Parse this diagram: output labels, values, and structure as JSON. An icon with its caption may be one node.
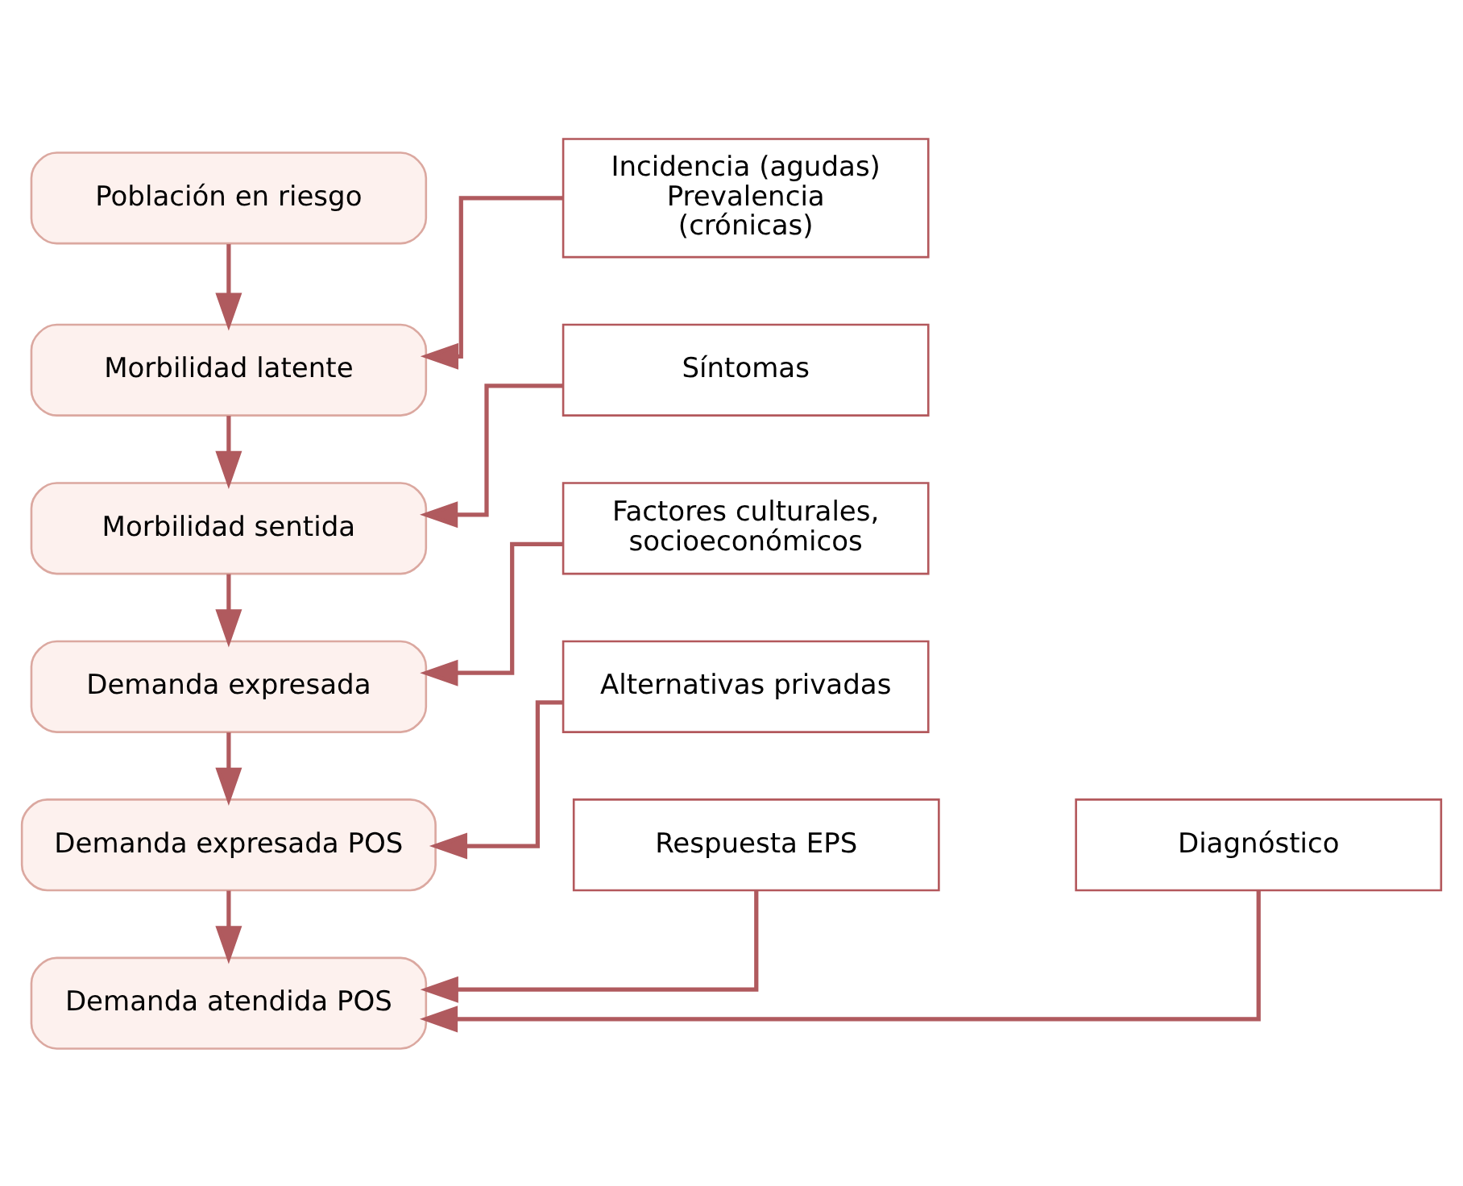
{
  "diagram": {
    "nodes": [
      {
        "text": [
          "Población en riesgo"
        ]
      },
      {
        "text": [
          "Incidencia (agudas) Prevalencia (crónicas)"
        ]
      },
      {
        "text": [
          "Morbilidad latente"
        ]
      },
      {
        "text": [
          "Síntomas"
        ]
      },
      {
        "text": [
          "Morbilidad sentida"
        ]
      },
      {
        "text": [
          "Factores culturales, socioeconómicos"
        ]
      },
      {
        "text": [
          "Demanda expresada"
        ]
      },
      {
        "text": [
          "Alternativas privadas"
        ]
      },
      {
        "text": [
          "Demanda expresada POS"
        ]
      },
      {
        "text": [
          "Respuesta EPS"
        ]
      },
      {
        "text": [
          "Diagnóstico"
        ]
      },
      {
        "text": [
          "Demanda atendida POS"
        ]
      }
    ],
    "edges": [
      {
        "from": 0,
        "to": 2,
        "arrow": "to"
      },
      {
        "from": 1,
        "to": 2,
        "arrow": "to"
      },
      {
        "from": 2,
        "to": 4,
        "arrow": "to"
      },
      {
        "from": 3,
        "to": 4,
        "arrow": "to"
      },
      {
        "from": 4,
        "to": 6,
        "arrow": "to"
      },
      {
        "from": 5,
        "to": 6,
        "arrow": "to"
      },
      {
        "from": 6,
        "to": 8,
        "arrow": "to"
      },
      {
        "from": 7,
        "to": 8,
        "arrow": "to"
      },
      {
        "from": 8,
        "to": 11,
        "arrow": "to"
      },
      {
        "from": 9,
        "to": 11,
        "arrow": "to"
      },
      {
        "from": 10,
        "to": 11,
        "arrow": "to"
      }
    ]
  }
}
